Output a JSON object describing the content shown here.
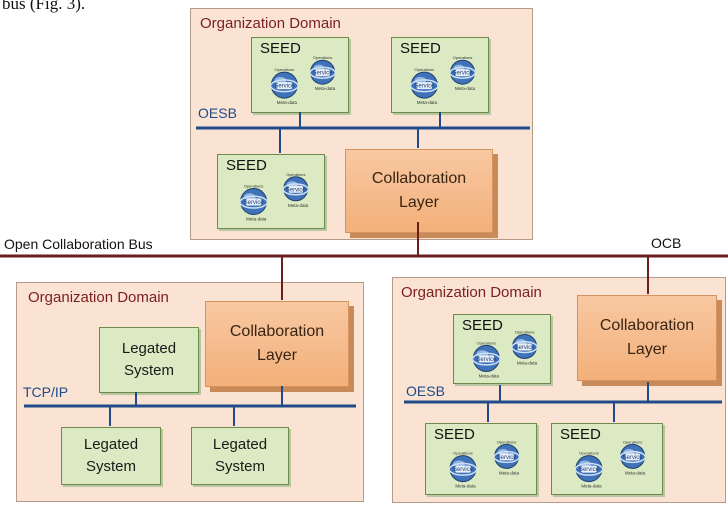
{
  "header_text": "bus (Fig. 3).",
  "bus": {
    "main_label": "Open Collaboration Bus",
    "short_label": "OCB"
  },
  "top_domain": {
    "title": "Organization Domain",
    "bus_label": "OESB",
    "seeds": [
      "SEED",
      "SEED",
      "SEED"
    ],
    "collab": [
      "Collaboration",
      "Layer"
    ]
  },
  "left_domain": {
    "title": "Organization Domain",
    "bus_label": "TCP/IP",
    "collab": [
      "Collaboration",
      "Layer"
    ],
    "systems": [
      [
        "Legated",
        "System"
      ],
      [
        "Legated",
        "System"
      ],
      [
        "Legated",
        "System"
      ]
    ]
  },
  "right_domain": {
    "title": "Organization Domain",
    "bus_label": "OESB",
    "seeds": [
      "SEED",
      "SEED",
      "SEED"
    ],
    "collab": [
      "Collaboration",
      "Layer"
    ]
  },
  "icon_text": {
    "service": "Service",
    "metadata": "Meta-data",
    "operations": "Operations"
  },
  "colors": {
    "domain_fill": "#fbe3d3",
    "seed_fill": "#dbeac2",
    "collab_fill": "#f3b07a",
    "bus_blue": "#1f4b8a",
    "ocb_line": "#6a1e1e"
  }
}
